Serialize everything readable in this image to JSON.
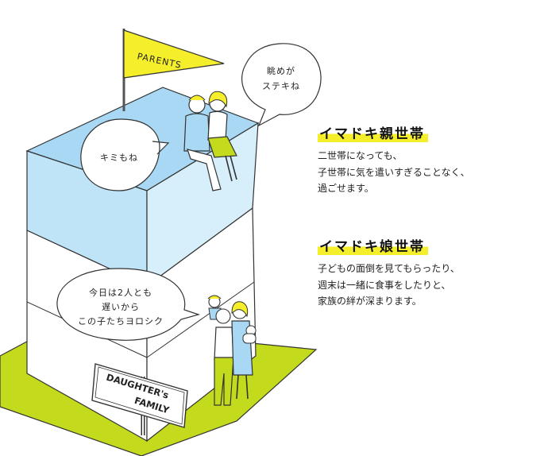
{
  "illustration": {
    "flag_label": "PARENTS",
    "sign_lines": [
      "DAUGHTER's",
      "FAMILY"
    ],
    "bubble_top": [
      "眺めが",
      "ステキね"
    ],
    "bubble_left": "キミもね",
    "bubble_bottom": [
      "今日は2人とも",
      "遅いから",
      "この子たちヨロシク"
    ]
  },
  "sections": [
    {
      "heading": "イマドキ親世帯",
      "lines": [
        "二世帯になっても、",
        "子世帯に気を遣いすぎることなく、",
        "過ごせます。"
      ]
    },
    {
      "heading": "イマドキ娘世帯",
      "lines": [
        "子どもの面倒を見てもらったり、",
        "週末は一緒に食事をしたりと、",
        "家族の絆が深まります。"
      ]
    }
  ],
  "colors": {
    "roof_blue": "#a8d8f4",
    "side_blue": "#bfe3f7",
    "front_blue": "#d7eefb",
    "grass": "#c4da1c",
    "flag": "#f5ee2a",
    "highlight": "#f5ee2a"
  }
}
